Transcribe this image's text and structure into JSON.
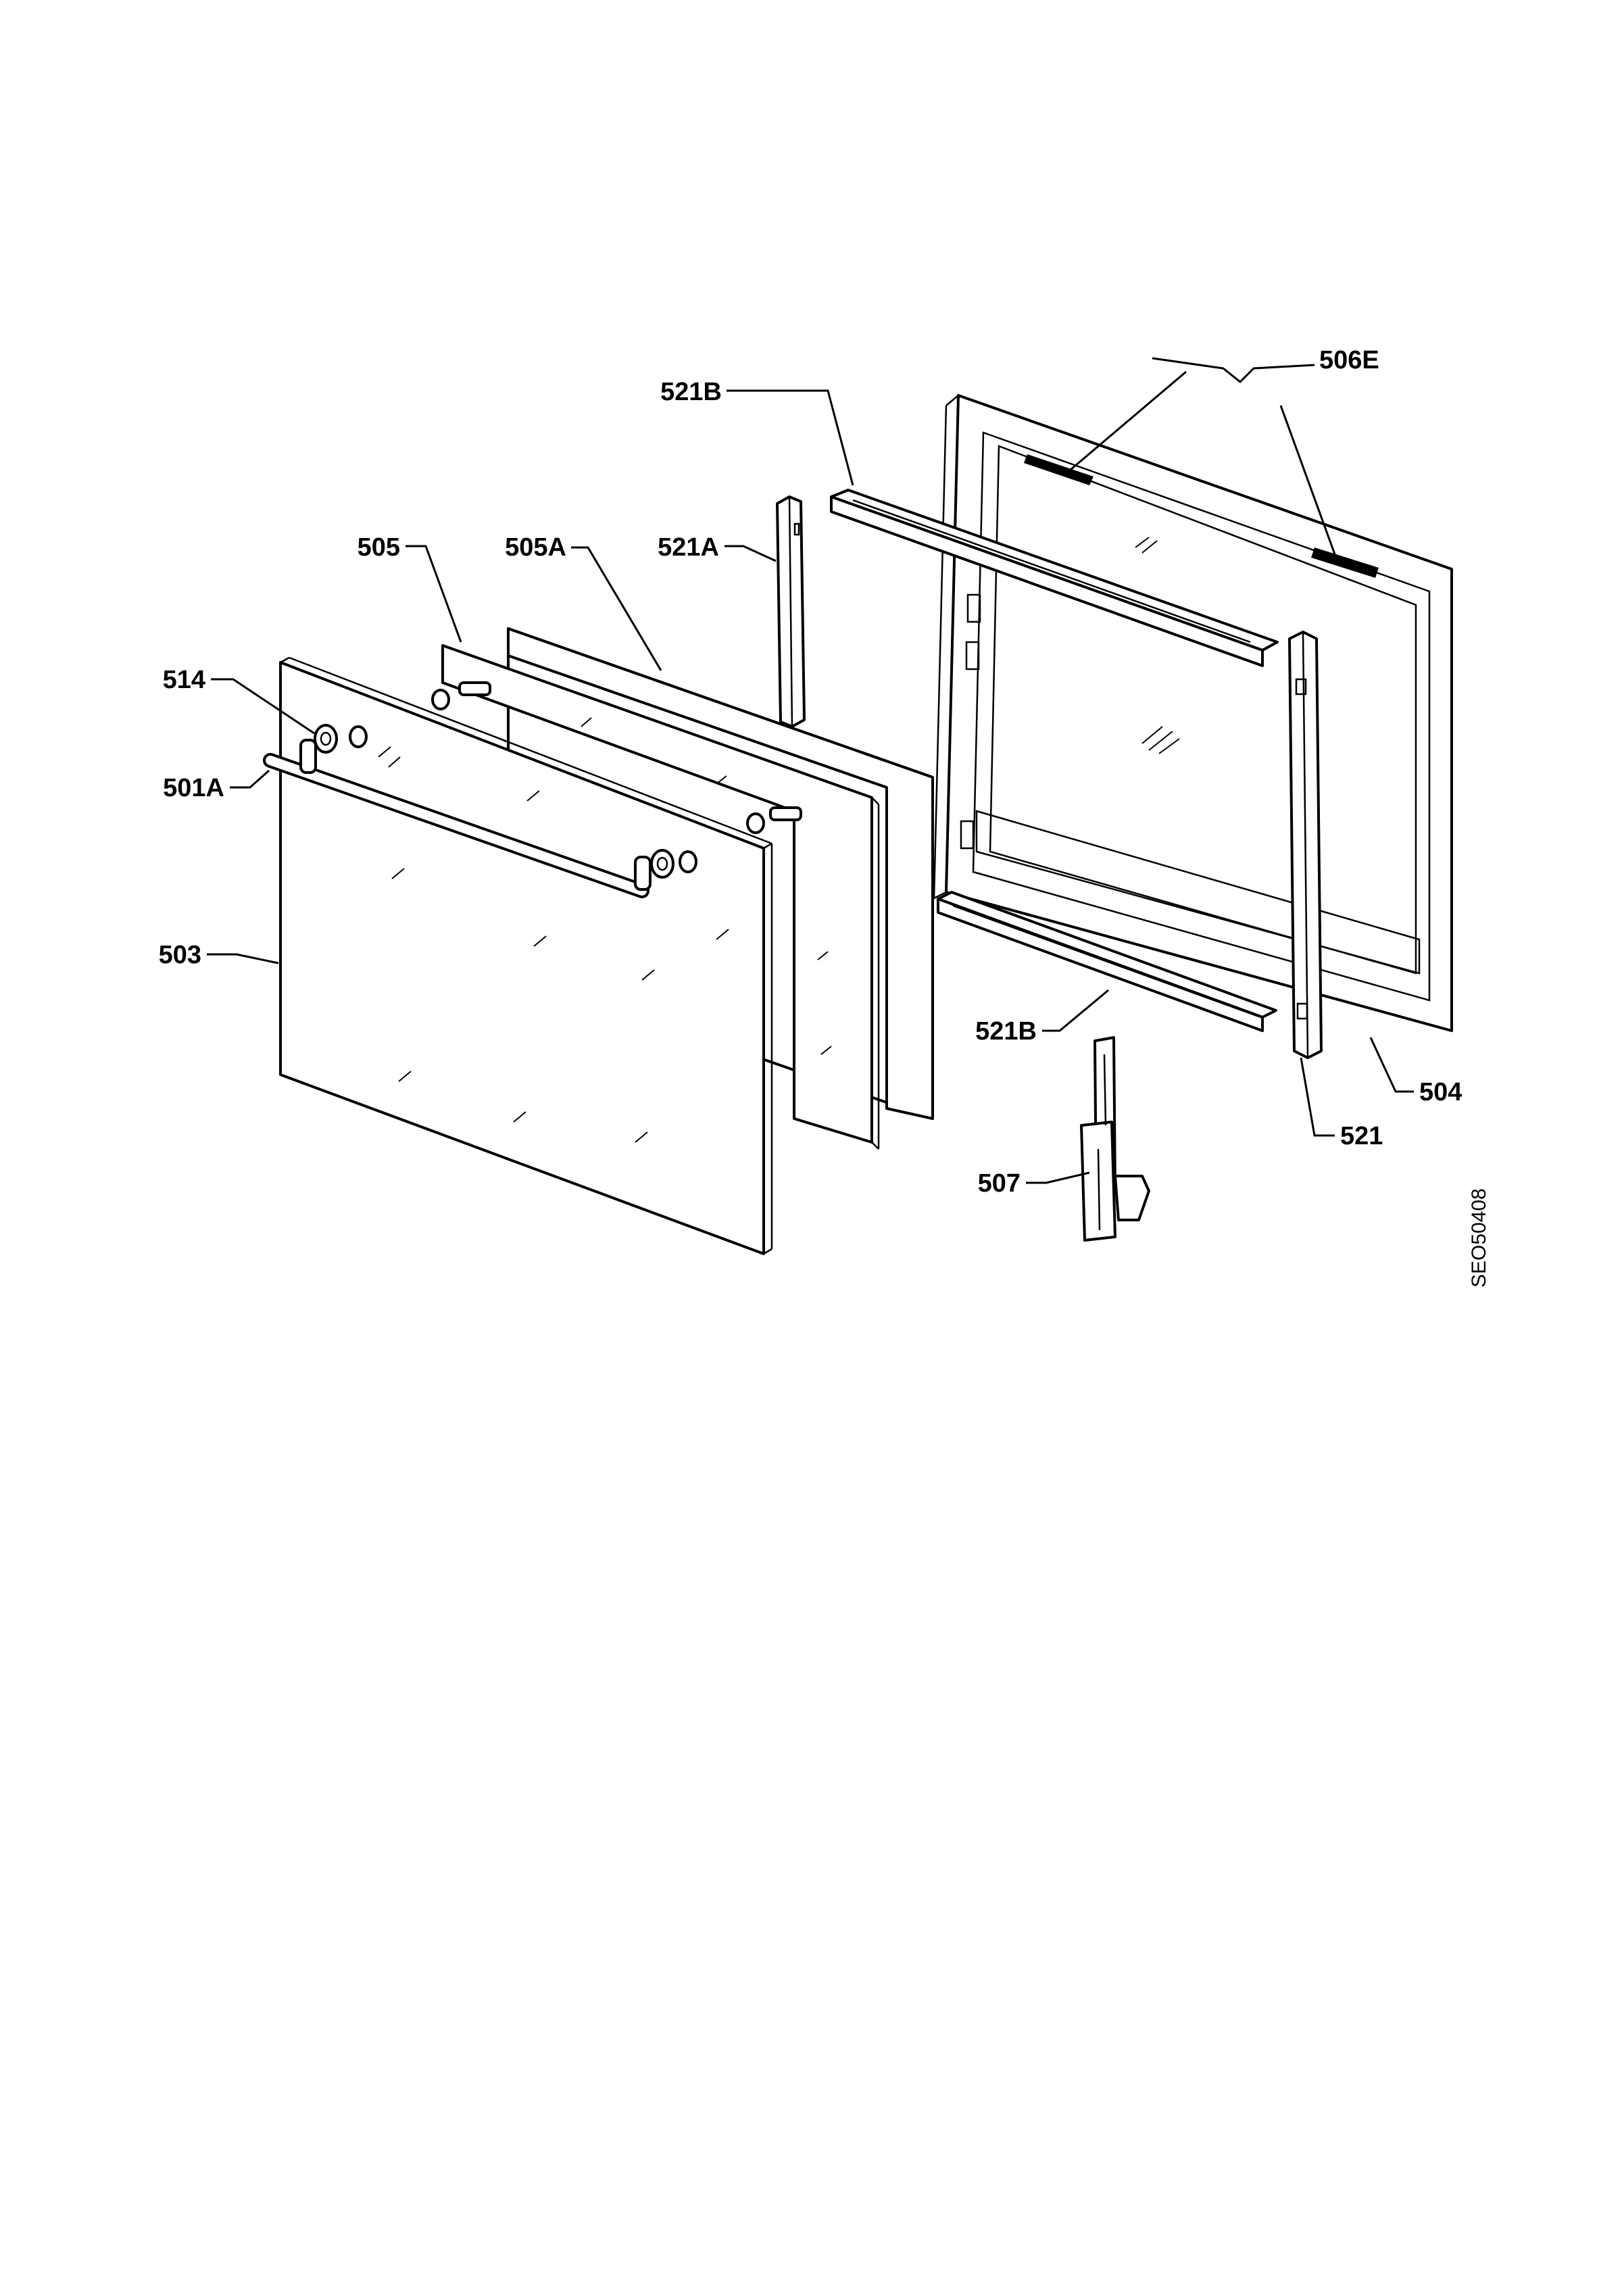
{
  "callouts": {
    "c506E": "506E",
    "c521B_top": "521B",
    "c505": "505",
    "c505A": "505A",
    "c521A": "521A",
    "c514": "514",
    "c501A": "501A",
    "c503": "503",
    "c521B_bottom": "521B",
    "c504": "504",
    "c521": "521",
    "c507": "507"
  },
  "drawing_code": "SEO50408"
}
